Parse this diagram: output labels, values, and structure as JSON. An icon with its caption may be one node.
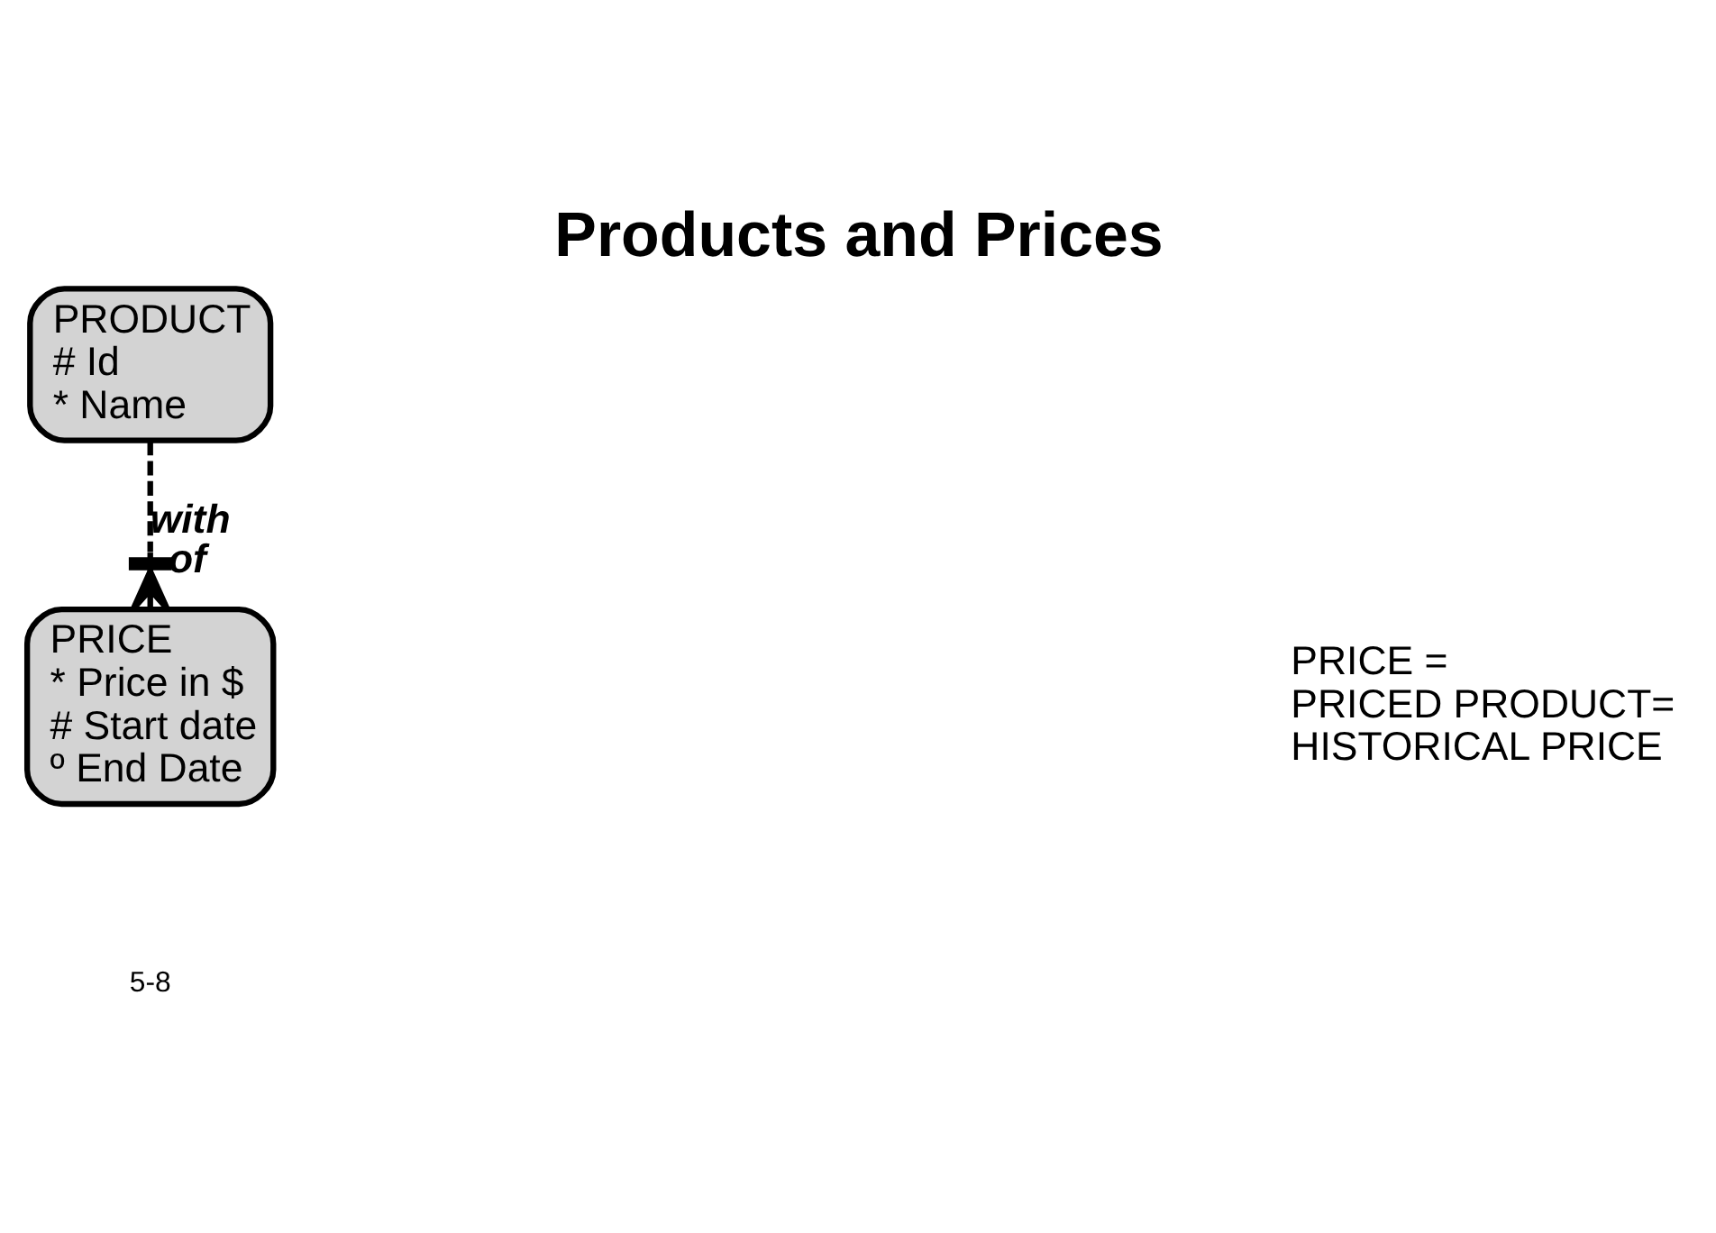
{
  "diagram": {
    "title": "Products and Prices",
    "nodes": [
      {
        "text": [
          "PRODUCT",
          "# Id",
          "* Name"
        ]
      },
      {
        "text": [
          "PRICE",
          "* Price in $",
          "# Start date",
          "º End Date"
        ]
      }
    ],
    "edges": [
      {
        "from": 0,
        "to": 1,
        "arrow": "other",
        "label": "with",
        "style": "dashed"
      }
    ],
    "labels": [
      "PRICE = PRICED PRODUCT= HISTORICAL PRICE",
      "of",
      "5-8"
    ]
  }
}
